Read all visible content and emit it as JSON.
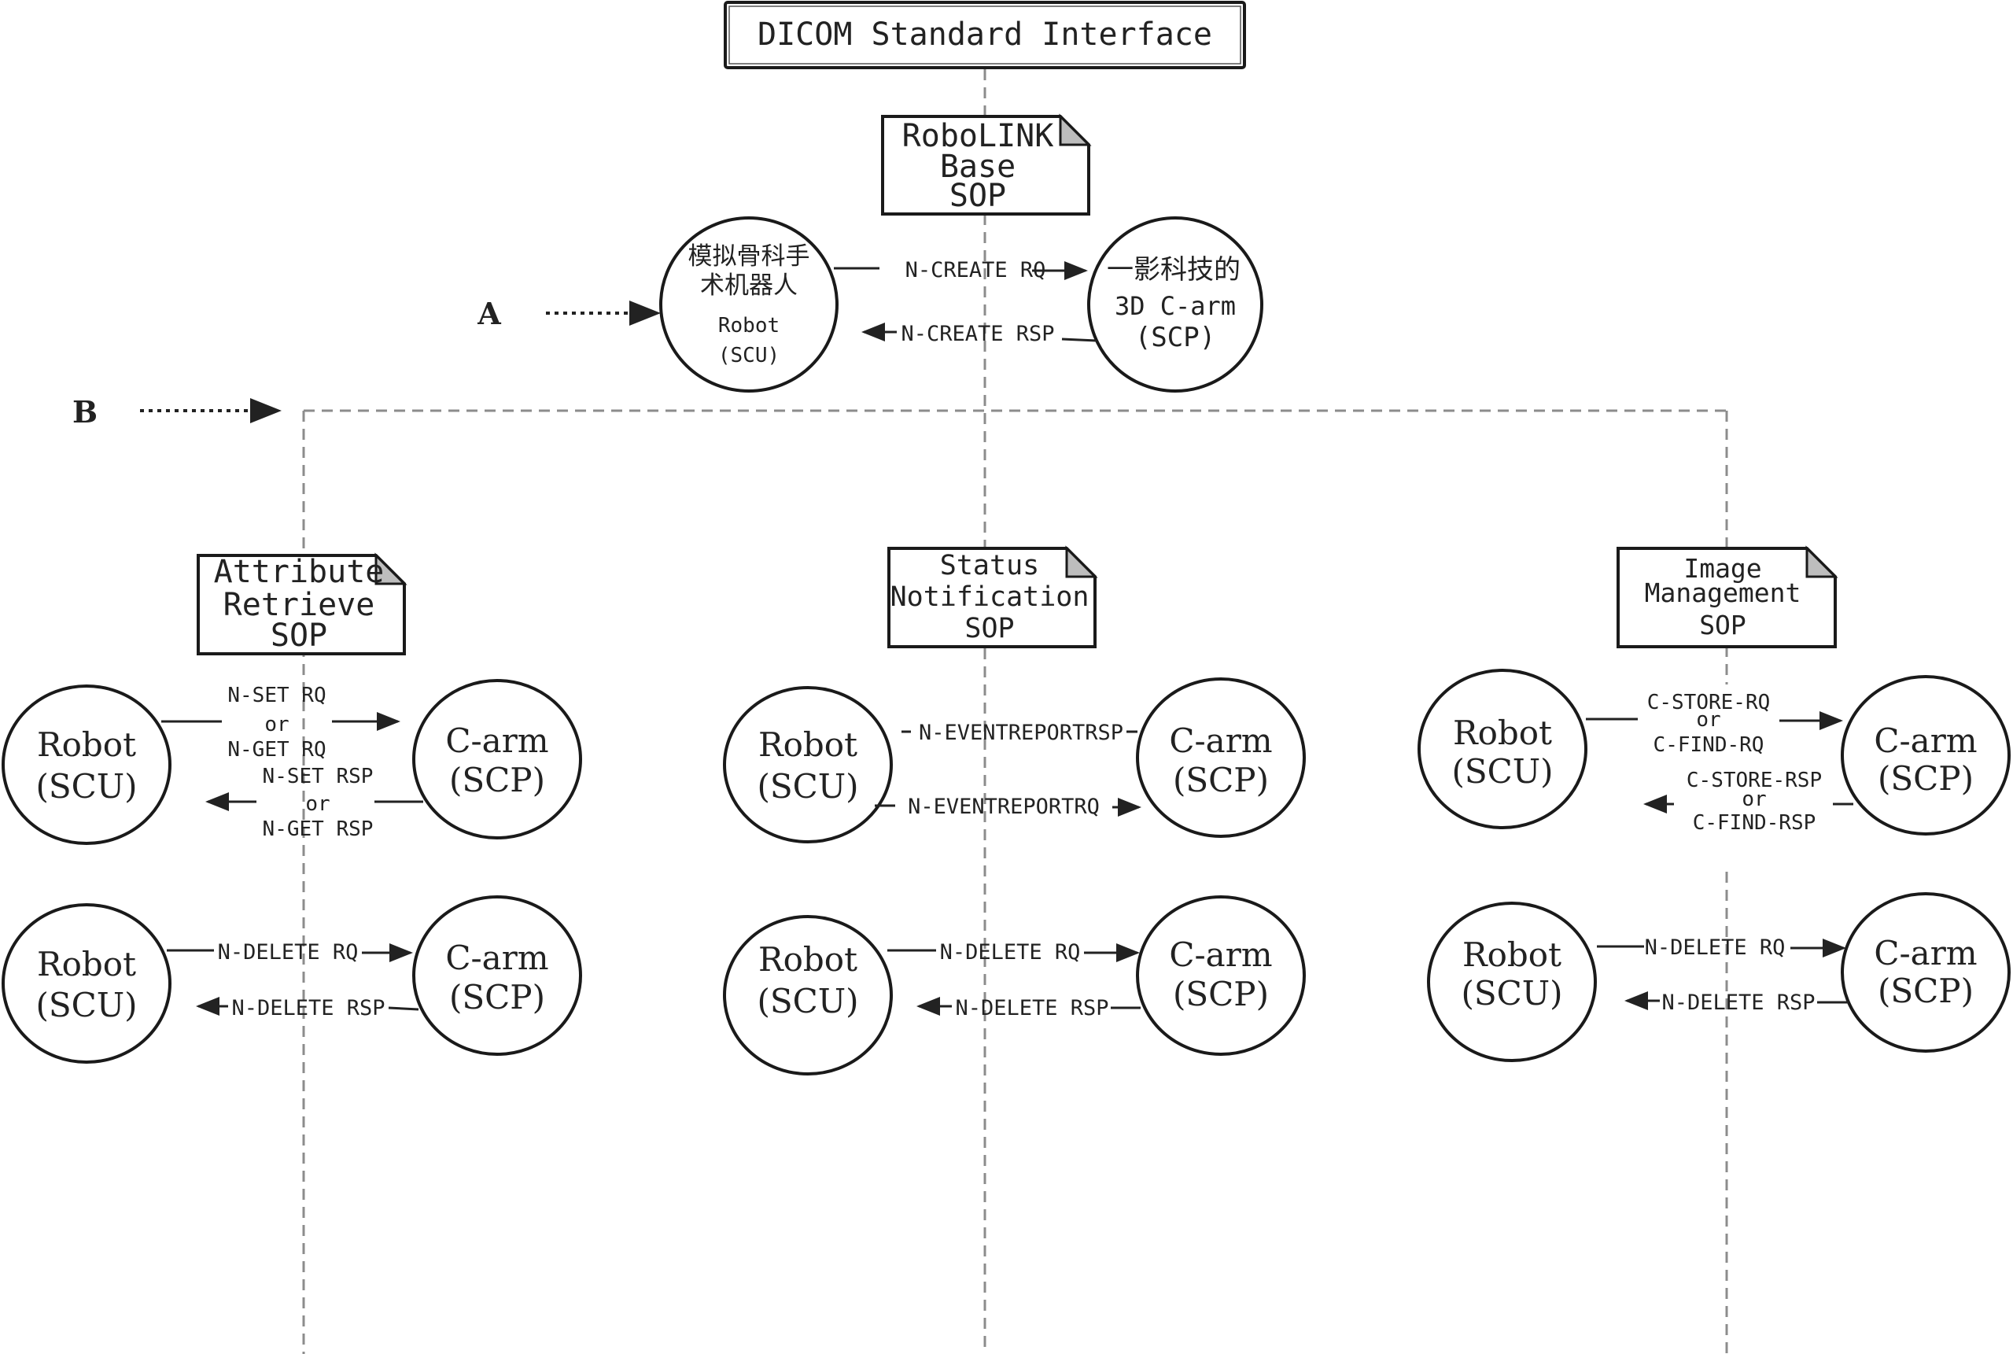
{
  "header": {
    "title": "DICOM Standard Interface"
  },
  "markers": {
    "a": "A",
    "b": "B"
  },
  "sops": {
    "base": [
      "RoboLINK",
      "Base",
      "SOP"
    ],
    "attr": [
      "Attribute",
      "Retrieve",
      "SOP"
    ],
    "status": [
      "Status",
      "Notification",
      "SOP"
    ],
    "image": [
      "Image",
      "Management",
      "SOP"
    ]
  },
  "top": {
    "robot": [
      "模拟骨科手",
      "术机器人",
      "Robot",
      "(SCU)"
    ],
    "carm": [
      "一影科技的",
      "3D C-arm",
      "(SCP)"
    ],
    "rq": "N-CREATE RQ",
    "rsp": "N-CREATE RSP"
  },
  "nodes": {
    "robot": [
      "Robot",
      "(SCU)"
    ],
    "carm": [
      "C-arm",
      "(SCP)"
    ]
  },
  "attr": {
    "rq": [
      "N-SET RQ",
      "or",
      "N-GET RQ"
    ],
    "rsp": [
      "N-SET RSP",
      "or",
      "N-GET RSP"
    ]
  },
  "status": {
    "rsp": "N-EVENTREPORTRSP",
    "rq": "N-EVENTREPORTRQ"
  },
  "image": {
    "rq": [
      "C-STORE-RQ",
      "or",
      "C-FIND-RQ"
    ],
    "rsp": [
      "C-STORE-RSP",
      "or",
      "C-FIND-RSP"
    ]
  },
  "delete": {
    "rq": "N-DELETE RQ",
    "rsp": "N-DELETE RSP"
  }
}
